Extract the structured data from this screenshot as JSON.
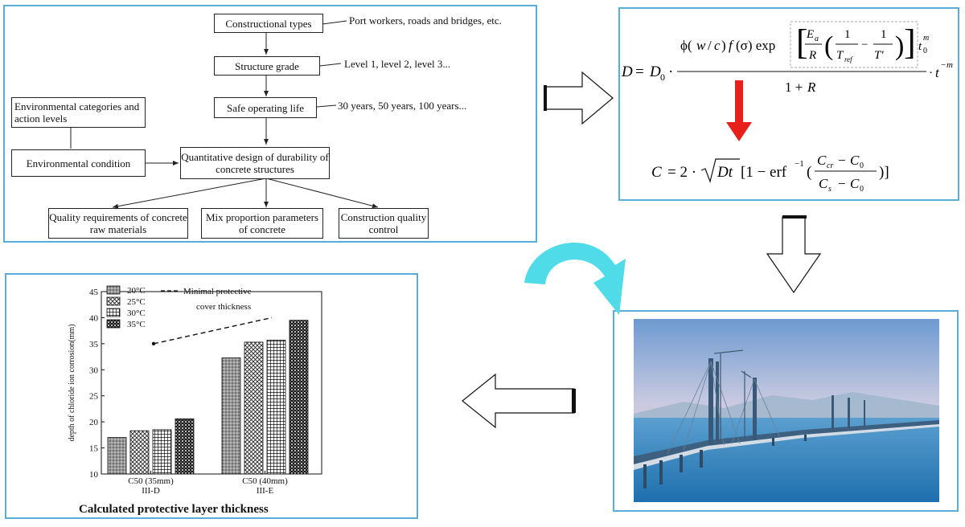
{
  "flowchart": {
    "constructional_types": "Constructional types",
    "constructional_types_note": "Port workers, roads and bridges, etc.",
    "structure_grade": "Structure grade",
    "structure_grade_note": "Level 1, level 2, level 3...",
    "safe_operating_life": "Safe operating life",
    "safe_operating_life_note": "30 years, 50 years, 100 years...",
    "env_categories": "Environmental categories and action levels",
    "env_condition": "Environmental condition",
    "quantitative_design": "Quantitative design of durability of concrete structures",
    "quality_requirements": "Quality requirements of concrete raw materials",
    "mix_proportion": "Mix proportion parameters of concrete",
    "construction_quality": "Construction quality control"
  },
  "formula": {
    "diffusion": "D = D0 · φ(w/c) f(σ) exp[ (Ea/R)(1/Tref − 1/T′) ] t0^m / (1+R) · t^−m",
    "concentration": "C = 2·√(Dt)[1 − erf⁻¹((Ccr − C0)/(Cs − C0))]"
  },
  "photo": {
    "description_icon": "bridge-photo"
  },
  "colors": {
    "panel_border": "#5aaed6",
    "red_arrow": "#e8201c",
    "cyan_arrow": "#4fdbe8"
  },
  "chart_data": {
    "type": "bar",
    "ylabel": "depth of chloride ion corrosion(mm)",
    "ylim": [
      10,
      45
    ],
    "yticks": [
      10,
      15,
      20,
      25,
      30,
      35,
      40,
      45
    ],
    "categories": [
      "C50 (35mm)\nIII-D",
      "C50 (40mm)\nIII-E"
    ],
    "category_line1": [
      "C50 (35mm)",
      "C50 (40mm)"
    ],
    "category_line2": [
      "III-D",
      "III-E"
    ],
    "series": [
      {
        "name": "20°C",
        "values": [
          17.0,
          32.3
        ]
      },
      {
        "name": "25°C",
        "values": [
          18.3,
          35.3
        ]
      },
      {
        "name": "30°C",
        "values": [
          18.5,
          35.7
        ]
      },
      {
        "name": "35°C",
        "values": [
          20.6,
          39.5
        ]
      }
    ],
    "line": {
      "name": "Minimal protective cover thickness",
      "values": [
        35,
        40
      ]
    },
    "legend_line_label_1": "Minimal protective",
    "legend_line_label_2": "cover thickness",
    "caption": "Calculated  protective layer thickness"
  }
}
